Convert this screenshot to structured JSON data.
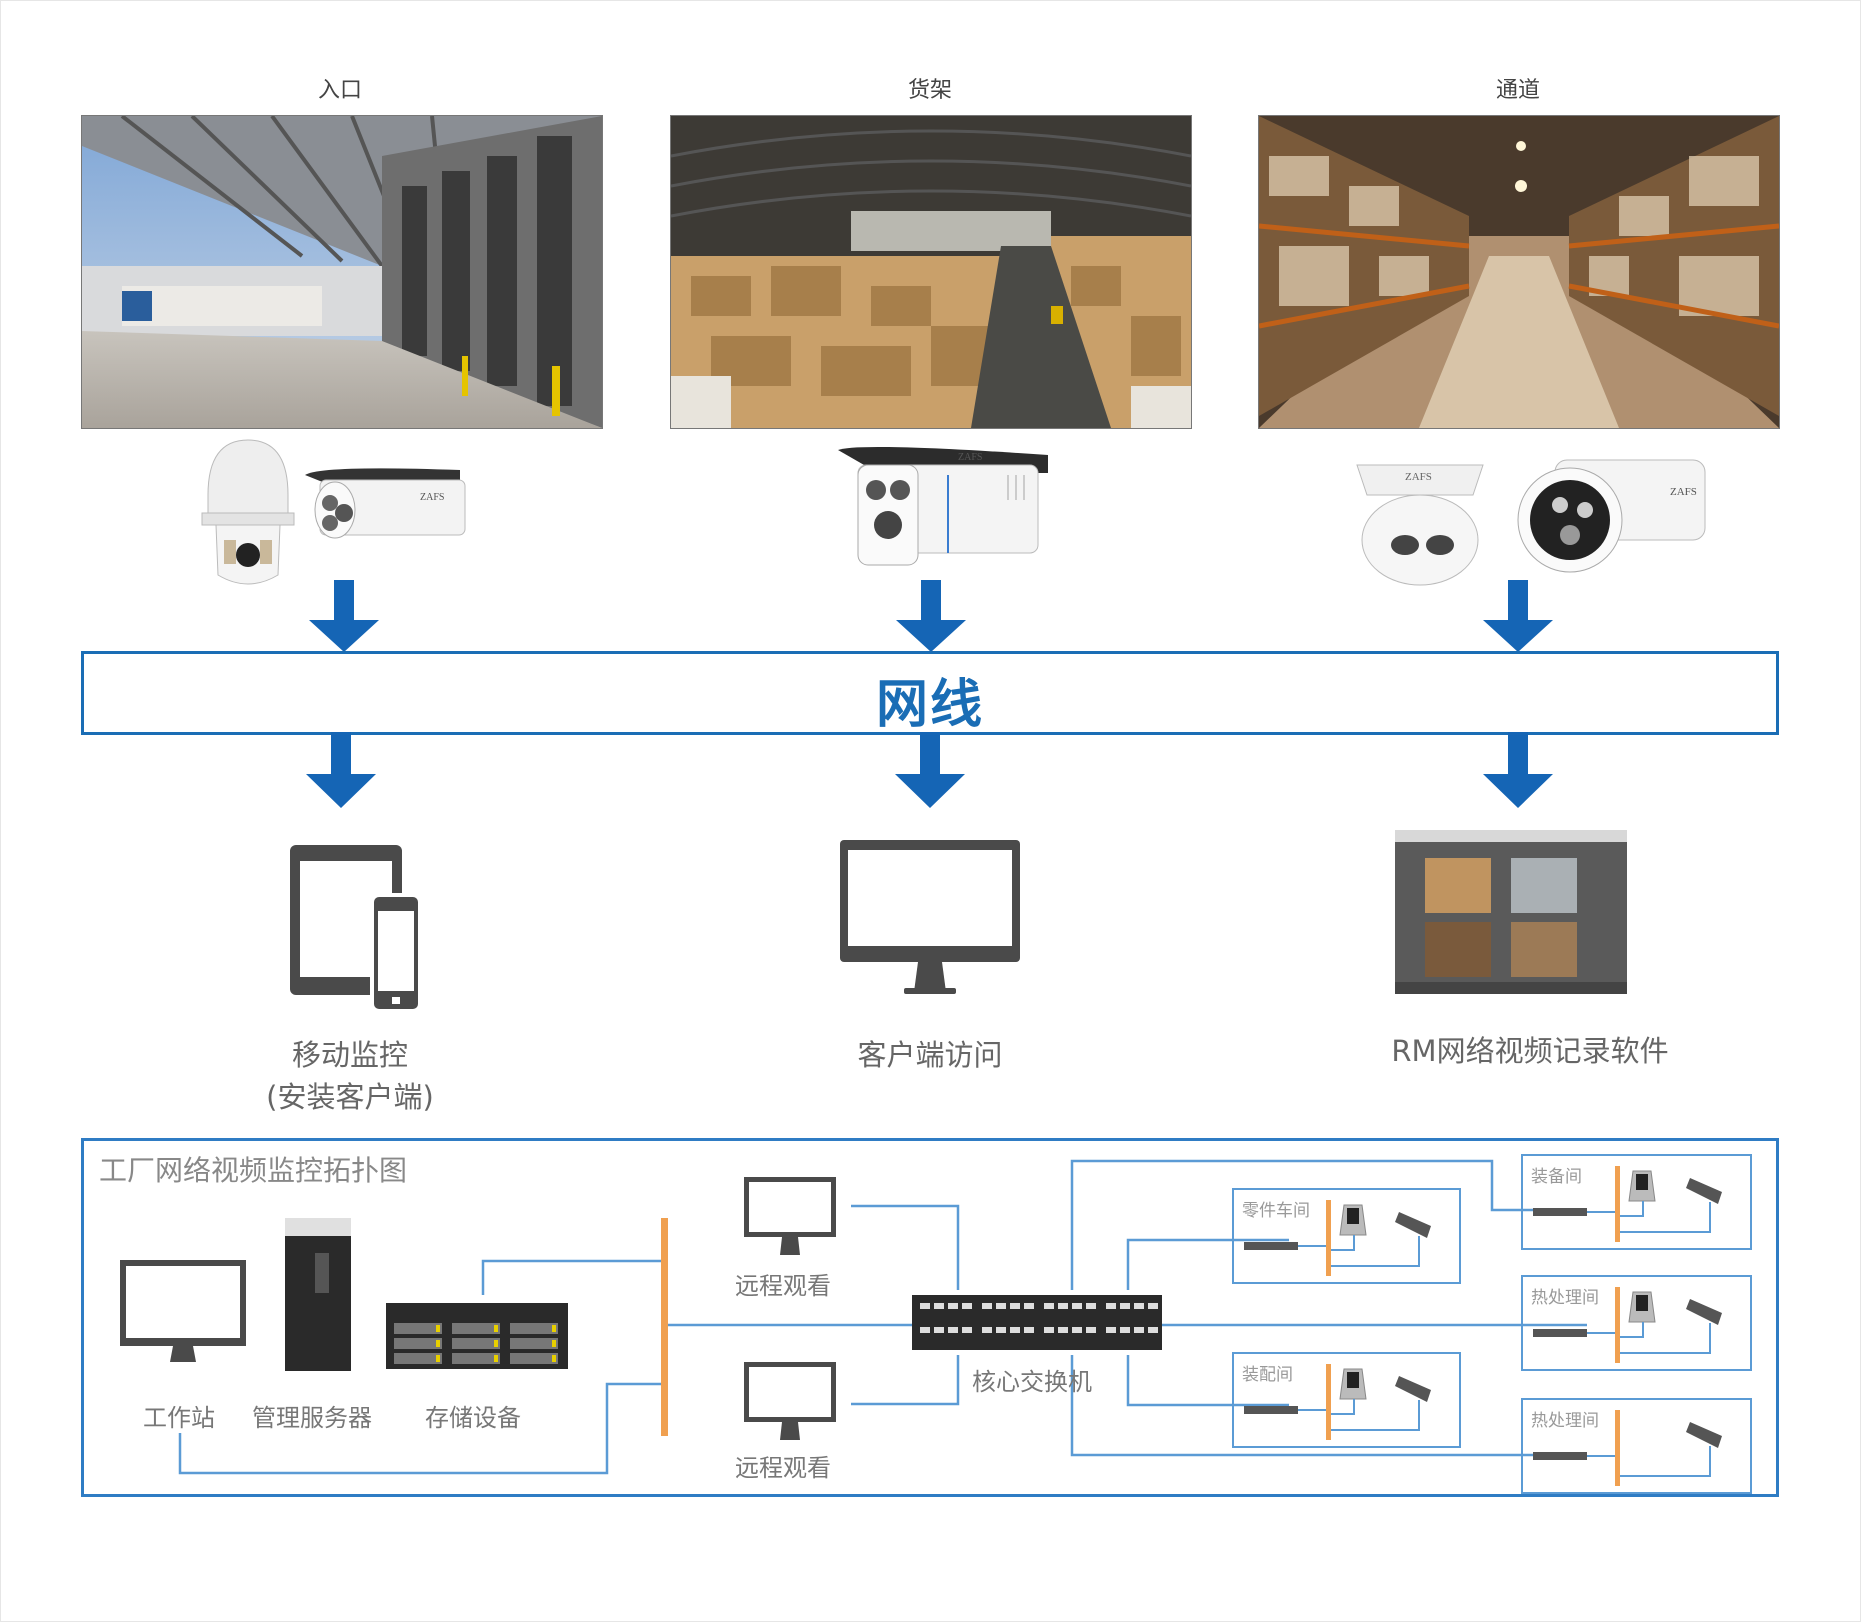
{
  "zones": [
    {
      "label": "入口",
      "scene": "loading-dock",
      "cameras": [
        "ptz-dome-camera",
        "bullet-camera"
      ],
      "camera_brand": "ZAFS"
    },
    {
      "label": "货架",
      "scene": "warehouse-stacks",
      "cameras": [
        "bullet-camera"
      ],
      "camera_brand": "ZAFS"
    },
    {
      "label": "通道",
      "scene": "warehouse-aisle",
      "cameras": [
        "dome-camera",
        "bullet-camera"
      ],
      "camera_brand": "ZAFS"
    }
  ],
  "network": {
    "label": "网线"
  },
  "clients": [
    {
      "label_line1": "移动监控",
      "label_line2": "(安装客户端)",
      "icon": "tablet-phone-icon"
    },
    {
      "label_line1": "客户端访问",
      "icon": "monitor-icon"
    },
    {
      "label_line1": "RM网络视频记录软件",
      "icon": "nvr-software-icon"
    }
  ],
  "topology": {
    "title": "工厂网络视频监控拓扑图",
    "devices": {
      "workstation": "工作站",
      "server": "管理服务器",
      "storage": "存储设备",
      "remote_view_1": "远程观看",
      "remote_view_2": "远程观看",
      "core_switch": "核心交换机"
    },
    "rooms": [
      {
        "label": "零件车间",
        "cameras": 2
      },
      {
        "label": "装配间",
        "cameras": 2
      },
      {
        "label": "装备间",
        "cameras": 2
      },
      {
        "label": "热处理间",
        "cameras": 2
      },
      {
        "label": "热处理间",
        "cameras": 1
      }
    ]
  },
  "colors": {
    "accent_blue": "#1a6db5",
    "line_blue": "#5b9bd5",
    "bus_orange": "#f0a050",
    "icon_gray": "#4a4a4a"
  }
}
